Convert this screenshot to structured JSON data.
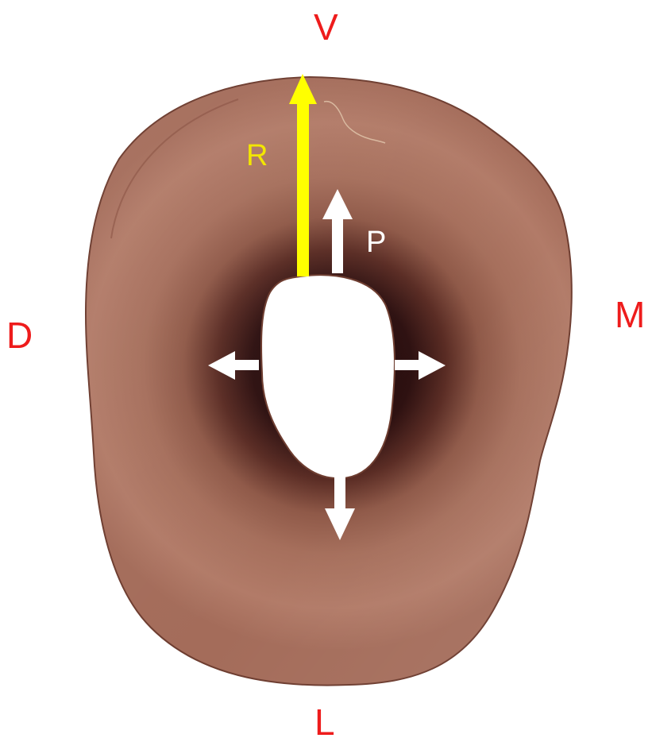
{
  "labels": {
    "ventral": "V",
    "dorsal": "D",
    "medial": "M",
    "lateral": "L",
    "radius": "R",
    "pulp": "P"
  },
  "colors": {
    "direction_label": "#ee1c1c",
    "radius_arrow": "#ffff00",
    "radius_label": "#f2e600",
    "pulp_arrows": "#ffffff",
    "section_light": "#b27b68",
    "section_mid": "#9a6353",
    "section_dark": "#2e1111",
    "section_edge": "#6e3d30",
    "background": "#ffffff"
  }
}
